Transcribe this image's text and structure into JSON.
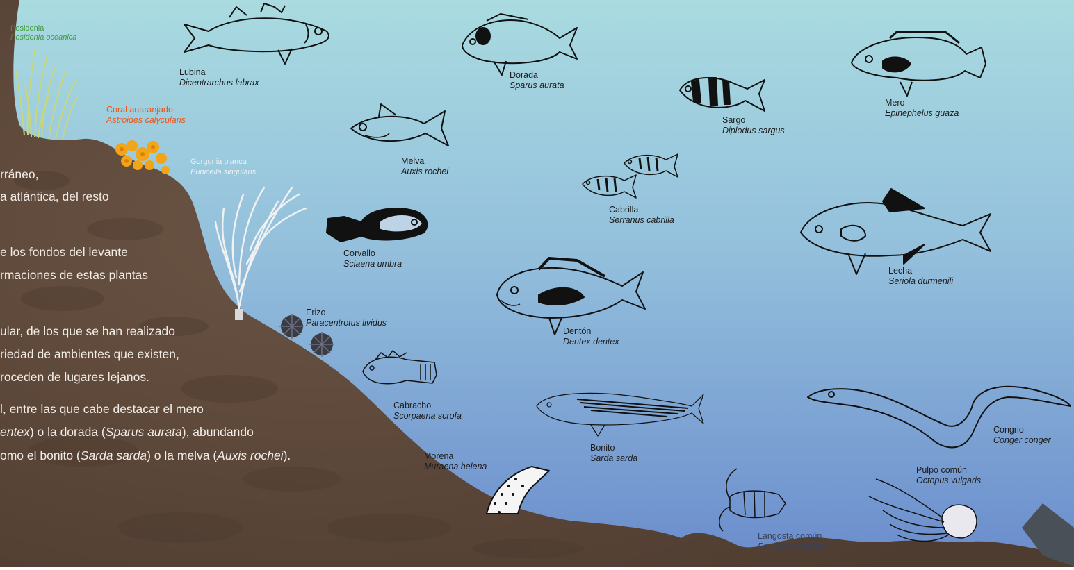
{
  "labels": {
    "posidonia": {
      "common": "Posidonia",
      "sci": "Posidonia oceanica"
    },
    "coral": {
      "common": "Coral anaranjado",
      "sci": "Astroides calycularis"
    },
    "gorgonia": {
      "common": "Gorgonia blanca",
      "sci": "Eunicella singularis"
    },
    "erizo": {
      "common": "Erizo",
      "sci": "Paracentrotus lividus"
    },
    "lubina": {
      "common": "Lubina",
      "sci": "Dicentrarchus labrax"
    },
    "dorada": {
      "common": "Dorada",
      "sci": "Sparus aurata"
    },
    "melva": {
      "common": "Melva",
      "sci": "Auxis rochei"
    },
    "sargo": {
      "common": "Sargo",
      "sci": "Diplodus sargus"
    },
    "mero": {
      "common": "Mero",
      "sci": "Epinephelus guaza"
    },
    "cabrilla": {
      "common": "Cabrilla",
      "sci": "Serranus cabrilla"
    },
    "corvallo": {
      "common": "Corvallo",
      "sci": "Sciaena umbra"
    },
    "lecha": {
      "common": "Lecha",
      "sci": "Seriola durmenili"
    },
    "denton": {
      "common": "Dentón",
      "sci": "Dentex dentex"
    },
    "cabracho": {
      "common": "Cabracho",
      "sci": "Scorpaena scrofa"
    },
    "bonito": {
      "common": "Bonito",
      "sci": "Sarda sarda"
    },
    "morena": {
      "common": "Morena",
      "sci": "Muraena helena"
    },
    "congrio": {
      "common": "Congrio",
      "sci": "Conger conger"
    },
    "pulpo": {
      "common": "Pulpo común",
      "sci": "Octopus vulgaris"
    },
    "langosta": {
      "common": "Langosta común",
      "sci": "Palinurus elephas"
    }
  },
  "body_text": {
    "l1": "rráneo,",
    "l2": "a atlántica, del resto",
    "l3": "e los fondos del levante",
    "l4": "rmaciones de estas plantas",
    "l5": "ular, de los que se han realizado",
    "l6": "riedad de ambientes que existen,",
    "l7": "roceden de lugares lejanos.",
    "l8": "l, entre las que cabe destacar el mero",
    "l9a": "entex",
    "l9b": ") o la dorada (",
    "l9c": "Sparus aurata",
    "l9d": "), abundando",
    "l10a": "omo el bonito (",
    "l10b": "Sarda sarda",
    "l10c": ") o la melva (",
    "l10d": "Auxis rochei",
    "l10e": ")."
  },
  "colors": {
    "water_top": "#a9dbe0",
    "water_bottom": "#6a8ccc",
    "rock": "#5a4638",
    "coral": "#f2a516",
    "posidonia": "#c8d77a",
    "gorgonia": "#f1f1f1"
  }
}
